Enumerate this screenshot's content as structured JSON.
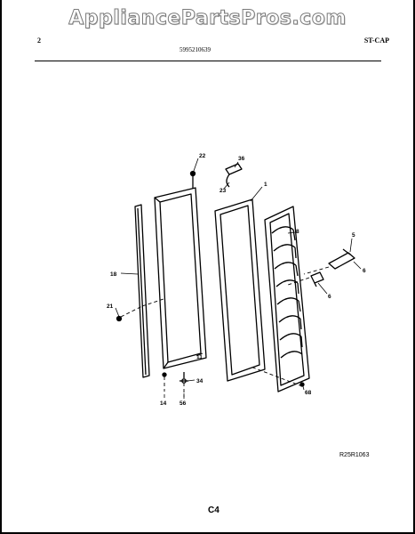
{
  "watermark": "AppliancePartsPros.com",
  "header": {
    "left": "2",
    "center": "5995210639",
    "right": "ST-CAP"
  },
  "callouts": {
    "c22": "22",
    "c36": "36",
    "c23": "23",
    "c1": "1",
    "c8": "8",
    "c5": "5",
    "c6a": "6",
    "c6b": "6",
    "c18": "18",
    "c21": "21",
    "c11": "11",
    "c34": "34",
    "c14": "14",
    "c56": "56",
    "c68": "68"
  },
  "reference_code": "R25R1063",
  "page_code": "C4"
}
